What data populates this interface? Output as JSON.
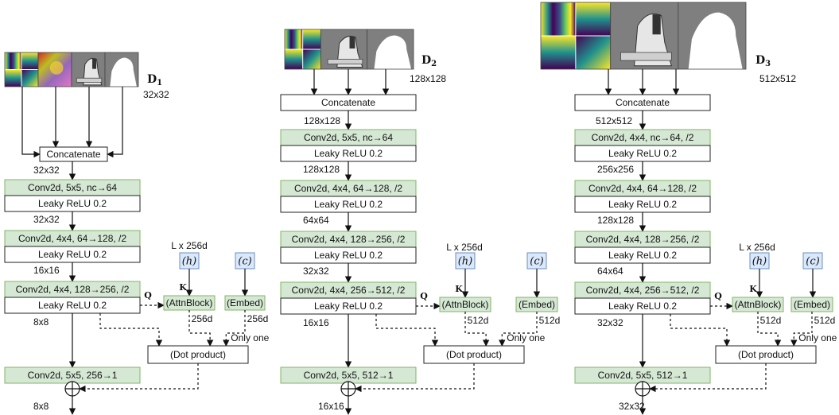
{
  "panels": [
    {
      "id": "d1",
      "name_main": "D",
      "name_sub": "1",
      "input_res": "32x32",
      "concat": "Concatenate",
      "concat_res": "32x32",
      "conv1": "Conv2d, 5x5, nc→64",
      "act1": "Leaky ReLU 0.2",
      "res1": "32x32",
      "conv2": "Conv2d, 4x4, 64→128, /2",
      "act2": "Leaky ReLU 0.2",
      "res2": "16x16",
      "conv3": "Conv2d, 4x4, 128→256, /2",
      "act3": "Leaky ReLU 0.2",
      "res3": "8x8",
      "final_conv": "Conv2d, 5x5, 256→1",
      "out_res": "8x8",
      "l_label": "L x 256d",
      "h_label": "(h)",
      "c_label": "(c)",
      "attn": "(AttnBlock)",
      "embed": "(Embed)",
      "q": "Q",
      "k": "K",
      "attn_dim": "256d",
      "embed_dim": "256d",
      "only_one": "Only one",
      "dot": "(Dot product)",
      "plus": "+"
    },
    {
      "id": "d2",
      "name_main": "D",
      "name_sub": "2",
      "input_res": "128x128",
      "concat": "Concatenate",
      "concat_res": "128x128",
      "conv1": "Conv2d, 5x5, nc→64",
      "act1": "Leaky ReLU 0.2",
      "res1": "128x128",
      "conv2": "Conv2d, 4x4, 64→128, /2",
      "act2": "Leaky ReLU 0.2",
      "res2": "64x64",
      "conv3": "Conv2d, 4x4, 128→256, /2",
      "act3": "Leaky ReLU 0.2",
      "res3": "32x32",
      "conv4": "Conv2d, 4x4, 256→512, /2",
      "act4": "Leaky ReLU 0.2",
      "res4": "16x16",
      "final_conv": "Conv2d, 5x5, 512→1",
      "out_res": "16x16",
      "l_label": "L x 256d",
      "h_label": "(h)",
      "c_label": "(c)",
      "attn": "(AttnBlock)",
      "embed": "(Embed)",
      "q": "Q",
      "k": "K",
      "attn_dim": "512d",
      "embed_dim": "512d",
      "only_one": "Only one",
      "dot": "(Dot product)",
      "plus": "+"
    },
    {
      "id": "d3",
      "name_main": "D",
      "name_sub": "3",
      "input_res": "512x512",
      "concat": "Concatenate",
      "concat_res": "512x512",
      "conv1": "Conv2d, 4x4, nc→64, /2",
      "act1": "Leaky ReLU 0.2",
      "res1": "256x256",
      "conv2": "Conv2d, 4x4, 64→128, /2",
      "act2": "Leaky ReLU 0.2",
      "res2": "128x128",
      "conv3": "Conv2d, 4x4, 128→256, /2",
      "act3": "Leaky ReLU 0.2",
      "res3": "64x64",
      "conv4": "Conv2d, 4x4, 256→512, /2",
      "act4": "Leaky ReLU 0.2",
      "res4": "32x32",
      "final_conv": "Conv2d, 5x5, 512→1",
      "out_res": "32x32",
      "l_label": "L x 256d",
      "h_label": "(h)",
      "c_label": "(c)",
      "attn": "(AttnBlock)",
      "embed": "(Embed)",
      "q": "Q",
      "k": "K",
      "attn_dim": "512d",
      "embed_dim": "512d",
      "only_one": "Only one",
      "dot": "(Dot product)",
      "plus": "+"
    }
  ],
  "colors": {
    "layer_green": "#d5e8d4",
    "layer_green_border": "#82b366",
    "input_blue": "#dae8fc",
    "input_blue_border": "#6c8ebf",
    "gray_bg": "#7f7f7f"
  }
}
